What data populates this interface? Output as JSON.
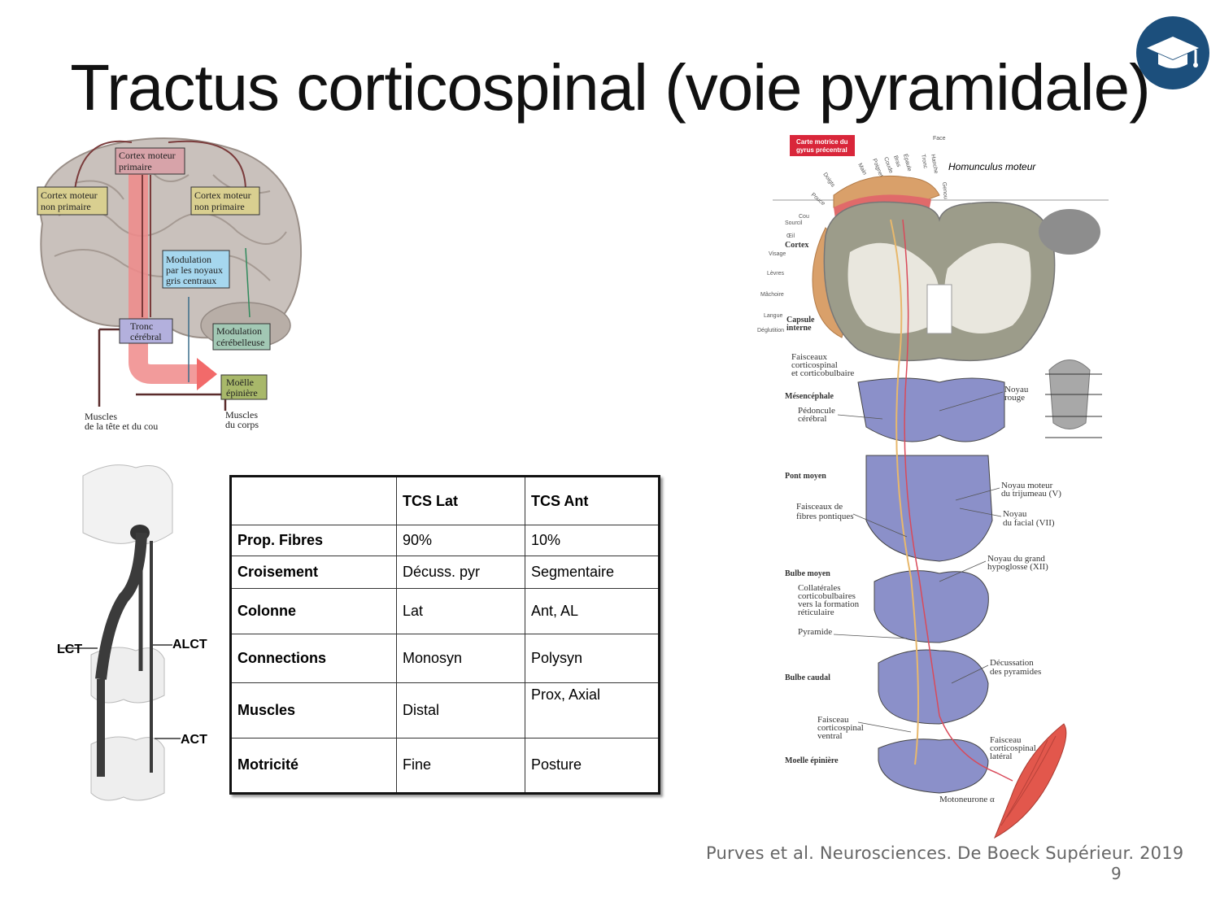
{
  "title": "Tractus corticospinal (voie pyramidale)",
  "logo": {
    "icon": "graduation-cap-icon",
    "color": "#1c4f7c"
  },
  "brain_diagram": {
    "primary_cortex": [
      "Cortex moteur",
      "primaire"
    ],
    "nonprimary_left": [
      "Cortex moteur",
      "non primaire"
    ],
    "nonprimary_right": [
      "Cortex moteur",
      "non primaire"
    ],
    "basal_ganglia": [
      "Modulation",
      "par les noyaux",
      "gris centraux"
    ],
    "brainstem": [
      "Tronc",
      "cérébral"
    ],
    "cerebellum": [
      "Modulation",
      "cérébelleuse"
    ],
    "spinal_cord": [
      "Moëlle",
      "épinière"
    ],
    "muscles_head": [
      "Muscles",
      "de la tête et du cou"
    ],
    "muscles_body": [
      "Muscles",
      "du corps"
    ]
  },
  "spinal_diagram": {
    "lct": "LCT",
    "alct": "ALCT",
    "act": "ACT"
  },
  "table": {
    "headers": [
      "",
      "TCS Lat",
      "TCS Ant"
    ],
    "rows": [
      [
        "Prop. Fibres",
        "90%",
        "10%"
      ],
      [
        "Croisement",
        "Décuss. pyr",
        "Segmentaire"
      ],
      [
        "Colonne",
        "Lat",
        "Ant, AL"
      ],
      [
        "Connections",
        "Monosyn",
        "Polysyn"
      ],
      [
        "Muscles",
        "Distal",
        "Prox, Axial"
      ],
      [
        "Motricité",
        "Fine",
        "Posture"
      ]
    ]
  },
  "right_figure": {
    "badge": [
      "Carte motrice du",
      "gyrus précentral"
    ],
    "homunculus_label": "Homunculus moteur",
    "body_parts": [
      "Face",
      "Hanche",
      "Tronc",
      "Épaule",
      "Bras",
      "Coude",
      "Poignet",
      "Main",
      "Doigts",
      "Pouce",
      "Cou",
      "Sourcil",
      "Œil",
      "Visage",
      "Lèvres",
      "Mâchoire",
      "Langue",
      "Déglutition",
      "Genou"
    ],
    "cortex": "Cortex",
    "capsule": [
      "Capsule",
      "interne"
    ],
    "faisceaux": [
      "Faisceaux",
      "corticospinal",
      "et corticobulbaire"
    ],
    "mesencephale": "Mésencéphale",
    "pedoncule": [
      "Pédoncule",
      "cérébral"
    ],
    "noyau_rouge": [
      "Noyau",
      "rouge"
    ],
    "pont_moyen": "Pont moyen",
    "faisceaux_pontiques": [
      "Faisceaux de",
      "fibres pontiques"
    ],
    "noyau_trijumeau": [
      "Noyau moteur",
      "du trijumeau (V)"
    ],
    "noyau_facial": [
      "Noyau",
      "du facial (VII)"
    ],
    "noyau_hypoglosse": [
      "Noyau du grand",
      "hypoglosse (XII)"
    ],
    "bulbe_moyen": "Bulbe moyen",
    "collaterales": [
      "Collatérales",
      "corticobulbaires",
      "vers la formation",
      "réticulaire"
    ],
    "pyramide": "Pyramide",
    "decussation": [
      "Décussation",
      "des pyramides"
    ],
    "bulbe_caudal": "Bulbe caudal",
    "faisceau_ventral": [
      "Faisceau",
      "corticospinal",
      "ventral"
    ],
    "faisceau_lateral": [
      "Faisceau",
      "corticospinal",
      "latéral"
    ],
    "moelle": "Moelle épinière",
    "motoneurone": "Motoneurone α"
  },
  "source": "Purves et al. Neurosciences. De Boeck Supérieur. 2019",
  "page_number": "9"
}
